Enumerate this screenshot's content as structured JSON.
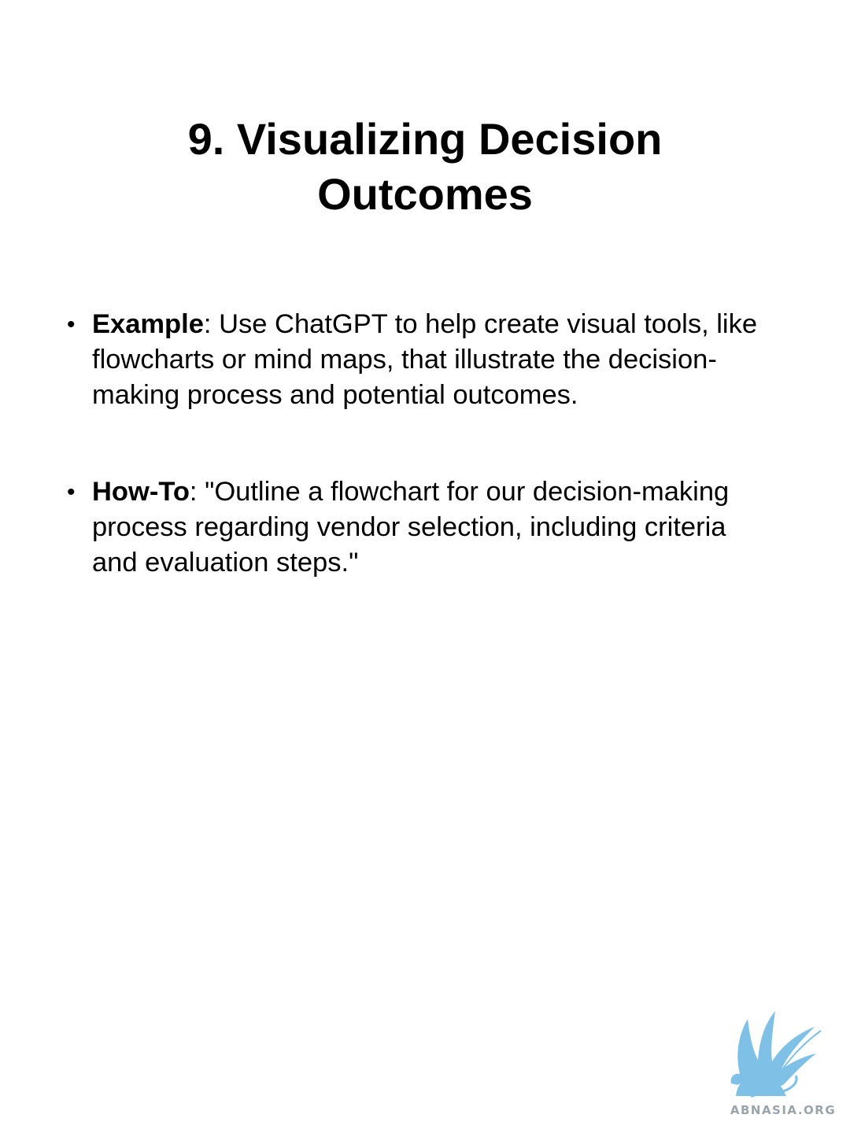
{
  "slide": {
    "title": "9. Visualizing Decision Outcomes",
    "bullets": [
      {
        "term": "Example",
        "text": ": Use ChatGPT to help create visual tools, like flowcharts or mind maps, that illustrate the decision-making process and potential outcomes."
      },
      {
        "term": "How-To",
        "text": ": \"Outline a flowchart for our decision-making process regarding vendor selection, including criteria and evaluation steps.\""
      }
    ],
    "bullet_glyph": "•"
  },
  "logo": {
    "text": "ABNASIA.ORG",
    "icon": "griffin-feather-logo",
    "color": "#7fc1e6"
  }
}
